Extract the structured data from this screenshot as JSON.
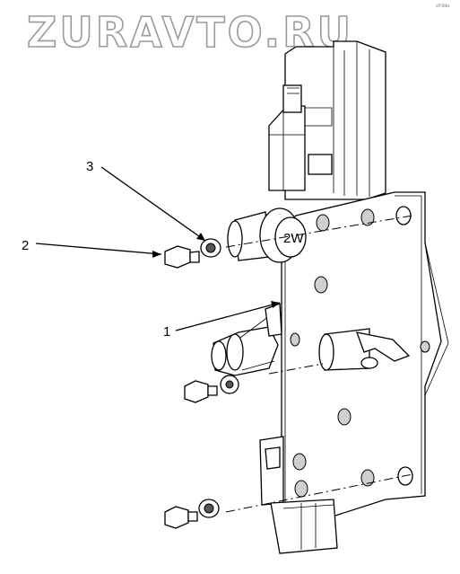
{
  "watermark": "ZURAVTO.RU",
  "corner_mark": "cP.0da",
  "callouts": [
    {
      "label": "1",
      "part": "mounting-plate"
    },
    {
      "label": "2",
      "part": "bolt"
    },
    {
      "label": "3",
      "part": "washer"
    }
  ]
}
